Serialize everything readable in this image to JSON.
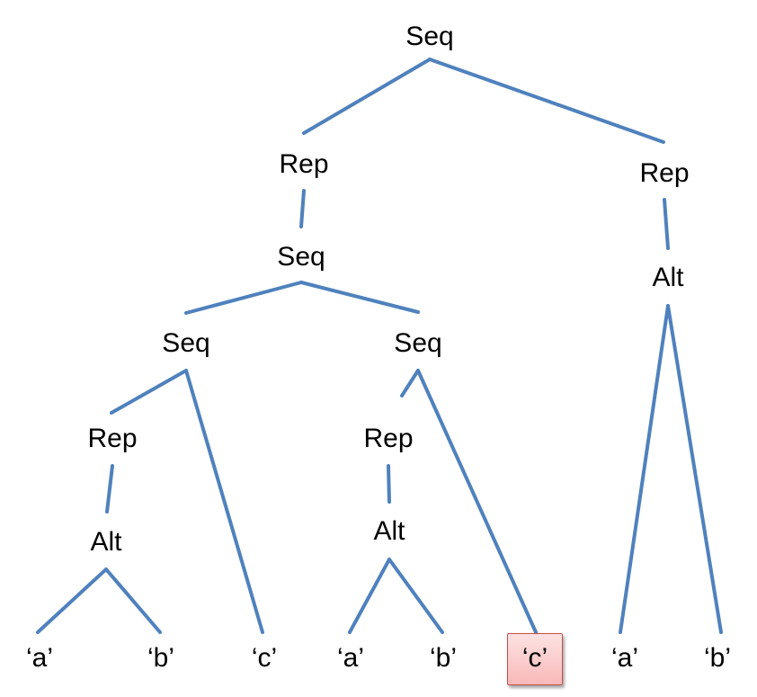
{
  "tree": {
    "nodes": [
      {
        "id": "n0",
        "label": "Seq"
      },
      {
        "id": "n1",
        "label": "Rep"
      },
      {
        "id": "n2",
        "label": "Rep"
      },
      {
        "id": "n3",
        "label": "Seq"
      },
      {
        "id": "n4",
        "label": "Alt"
      },
      {
        "id": "n5",
        "label": "Seq"
      },
      {
        "id": "n6",
        "label": "Seq"
      },
      {
        "id": "n7",
        "label": "Rep"
      },
      {
        "id": "n8",
        "label": "Rep"
      },
      {
        "id": "n9",
        "label": "Alt"
      },
      {
        "id": "n10",
        "label": "Alt"
      },
      {
        "id": "n11",
        "label": "‘a’"
      },
      {
        "id": "n12",
        "label": "‘b’"
      },
      {
        "id": "n13",
        "label": "‘c’"
      },
      {
        "id": "n14",
        "label": "‘a’"
      },
      {
        "id": "n15",
        "label": "‘b’"
      },
      {
        "id": "n16",
        "label": "‘c’",
        "highlighted": true
      },
      {
        "id": "n17",
        "label": "‘a’"
      },
      {
        "id": "n18",
        "label": "‘b’"
      }
    ],
    "edge_color": "#4f81bd",
    "highlight_color": "#c0504d"
  }
}
